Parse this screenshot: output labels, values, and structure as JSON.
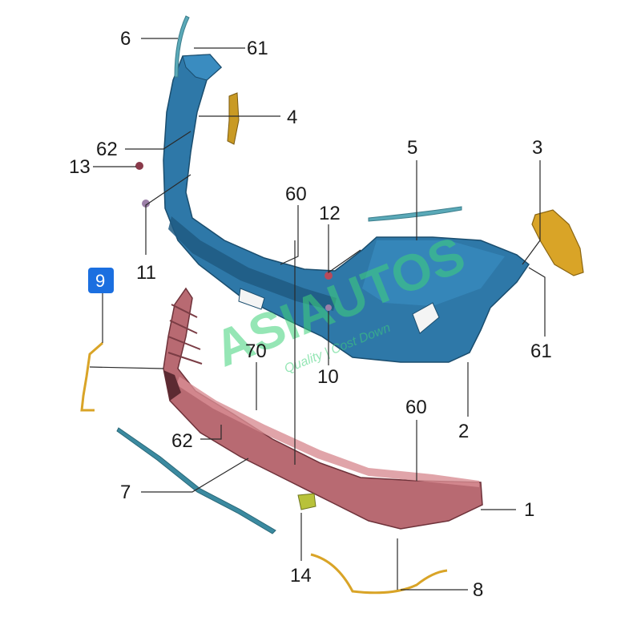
{
  "callouts": {
    "c1": "1",
    "c2": "2",
    "c3": "3",
    "c4": "4",
    "c5": "5",
    "c6": "6",
    "c7": "7",
    "c8": "8",
    "c9": "9",
    "c10": "10",
    "c11": "11",
    "c12": "12",
    "c13": "13",
    "c14": "14",
    "c60a": "60",
    "c60b": "60",
    "c61a": "61",
    "c61b": "61",
    "c62a": "62",
    "c62b": "62",
    "c70": "70"
  },
  "watermark": {
    "brand": "ASIAUTOS",
    "tagline": "Quality | Cost Down"
  },
  "colors": {
    "upper_bumper": "#2e78a8",
    "upper_bumper_dark": "#1f5a82",
    "lower_bumper": "#b86a72",
    "lower_bumper_dark": "#7a3c44",
    "yellow_parts": "#d9a427",
    "teal_strip": "#5aa9b8",
    "badge_blue": "#1b6fe0",
    "watermark_green": "#3fd27a"
  }
}
